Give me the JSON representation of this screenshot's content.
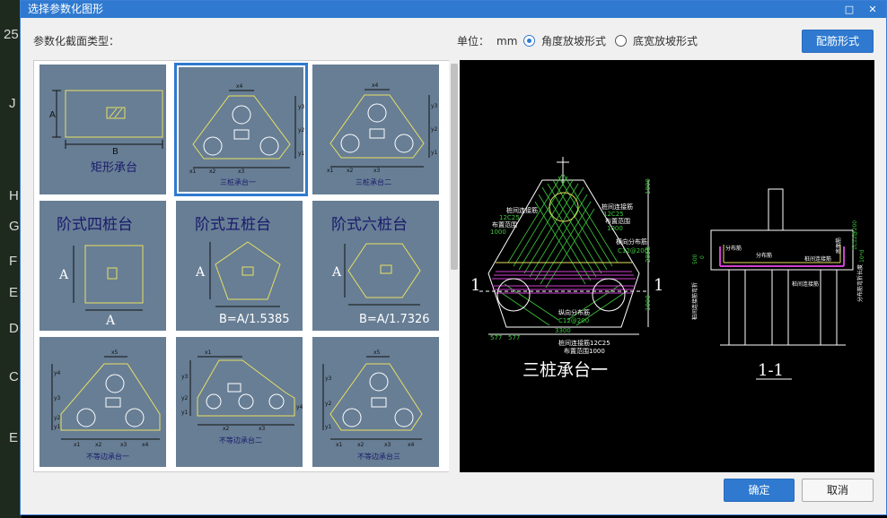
{
  "background": {
    "letters": [
      "25",
      "J",
      "H",
      "G",
      "F",
      "E",
      "D",
      "C",
      "E"
    ]
  },
  "dialog": {
    "title": "选择参数化图形",
    "min_icon": "□",
    "close_icon": "✕"
  },
  "toolbar": {
    "section_label": "参数化截面类型：",
    "unit_label": "单位：",
    "unit_value": "mm",
    "option1": "角度放坡形式",
    "option2": "底宽放坡形式",
    "rebar_button": "配筋形式"
  },
  "cells": [
    {
      "title": "矩形承台",
      "labels": {
        "a": "A",
        "b": "B"
      }
    },
    {
      "title": "三桩承台一",
      "labels": {
        "x4": "x4",
        "x1": "x1",
        "x2": "x2",
        "x3": "x3",
        "y1": "y1",
        "y2": "y2",
        "y3": "y3"
      }
    },
    {
      "title": "三桩承台二",
      "labels": {
        "x4": "x4",
        "x1": "x1",
        "x2": "x2",
        "x3": "x3",
        "y1": "y1",
        "y2": "y2",
        "y3": "y3"
      }
    },
    {
      "title": "阶式四桩台",
      "labels": {
        "a": "A",
        "a2": "A"
      }
    },
    {
      "title": "阶式五桩台",
      "labels": {
        "a": "A",
        "b": "B=A/1.5385"
      }
    },
    {
      "title": "阶式六桩台",
      "labels": {
        "a": "A",
        "b": "B=A/1.7326"
      }
    },
    {
      "title": "不等边承台一",
      "labels": {
        "x5": "x5",
        "y4": "y4",
        "y3": "y3",
        "y2": "y2",
        "y1": "y1",
        "x1": "x1",
        "x2": "x2",
        "x3": "x3",
        "x4": "x4"
      }
    },
    {
      "title": "不等边承台二",
      "labels": {
        "x1": "x1",
        "x2": "x2",
        "x3": "x3",
        "y1": "y1",
        "y2": "y2",
        "y3": "y3",
        "y4": "y4"
      }
    },
    {
      "title": "不等边承台三",
      "labels": {
        "x5": "x5",
        "y1": "y1",
        "y2": "y2",
        "y3": "y3",
        "x1": "x1",
        "x2": "x2",
        "x3": "x3",
        "x4": "x4"
      }
    }
  ],
  "preview": {
    "main_title": "三桩承台一",
    "section_title": "1-1",
    "section_mark_left": "1",
    "section_mark_right": "1",
    "labels": {
      "l1": "桩间连接筋",
      "l2": "12C25",
      "l3": "布置范围",
      "l4": "1000",
      "r1": "桩间连接筋",
      "r2": "12C25",
      "r3": "布置范围",
      "r4": "1000",
      "d1": "横向分布筋",
      "d2": "C12@200",
      "b1": "纵向分布筋",
      "b2": "C12@200",
      "b3": "桩间连接筋12C25",
      "b4": "布置范围1000",
      "dim1": "577",
      "dim2": "577",
      "dim3": "3300",
      "v1": "1000",
      "v2": "2858",
      "v3": "1000"
    },
    "section_labels": {
      "s1": "分布筋",
      "s2": "分布筋",
      "s3": "桩间连接筋",
      "s4": "底面筋",
      "s5": "桩间连接筋",
      "s6": "侧面筋",
      "v1": "500",
      "v2": "0",
      "side1": "桩间连接筋弯折",
      "side2": "分布筋弯折长度",
      "top1": "1C12@200",
      "dim": "10*d"
    }
  },
  "footer": {
    "ok": "确定",
    "cancel": "取消"
  }
}
